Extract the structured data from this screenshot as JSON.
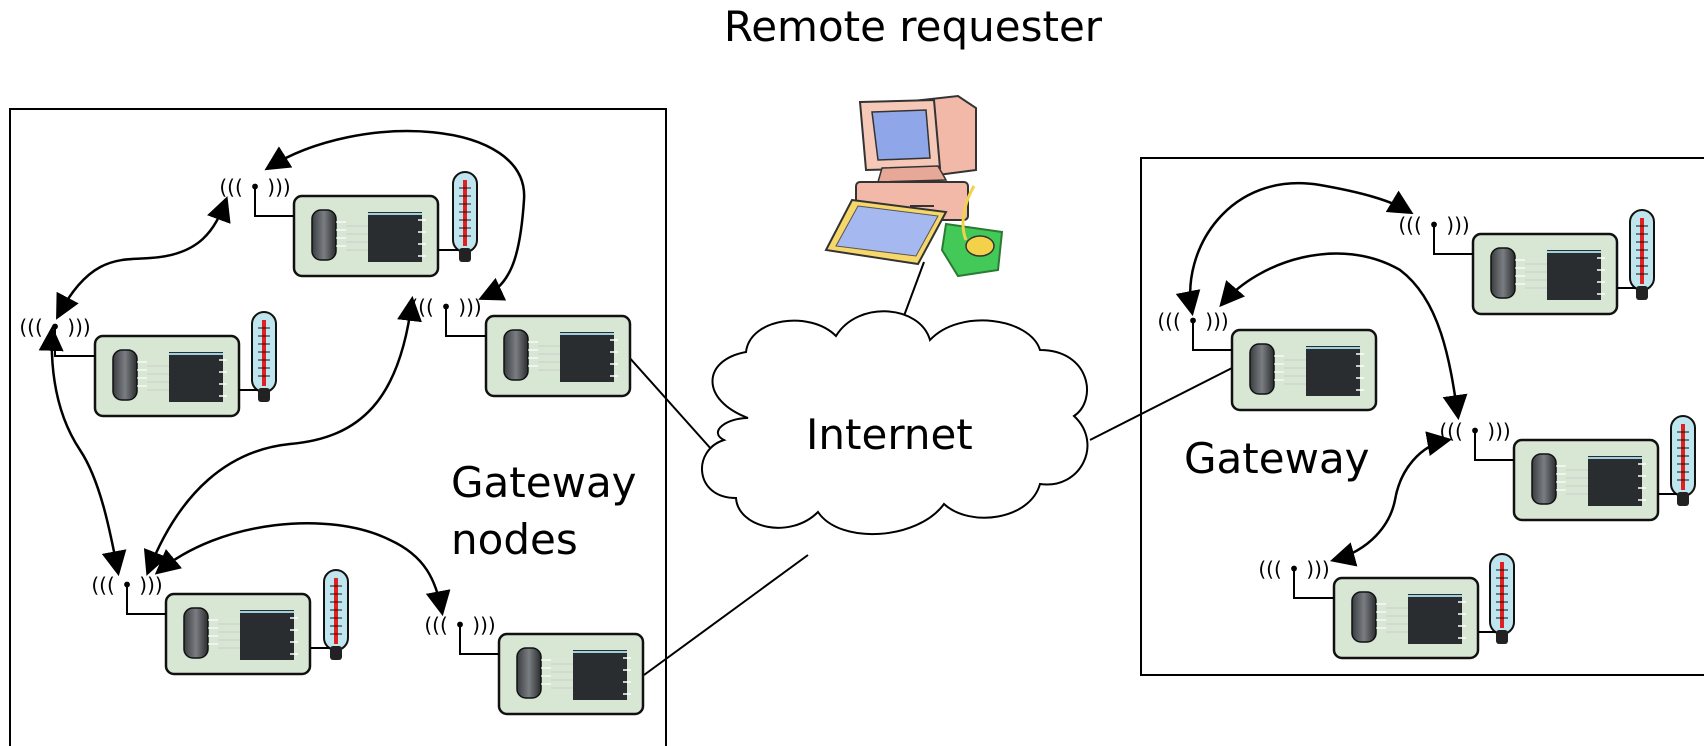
{
  "diagram": {
    "title": "Remote requester",
    "cloud_label": "Internet",
    "right_gateway_label": "Gateway",
    "left_gateway_label_line1": "Gateway",
    "left_gateway_label_line2": "nodes"
  },
  "colors": {
    "node_fill": "#d8e6d4",
    "chip": "#2a2d2f",
    "thermometer_red": "#e02020",
    "monitor": "#f2b9a8",
    "screen": "#8fa6e8",
    "keyboard": "#f5d76a",
    "mouse_pad": "#43c957"
  },
  "icons": [
    "sensor-node-icon",
    "antenna-icon",
    "thermometer-icon",
    "computer-icon",
    "cloud-icon"
  ]
}
